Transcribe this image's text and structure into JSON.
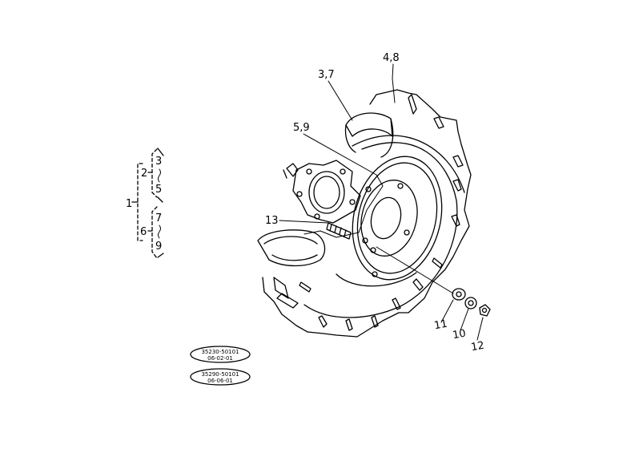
{
  "callouts": {
    "c1": "1",
    "c2": "2",
    "c3": "3",
    "c5": "5",
    "c6": "6",
    "c7": "7",
    "c9": "9",
    "c3_7": "3,7",
    "c4_8": "4,8",
    "c5_9": "5,9",
    "c13": "13",
    "c11": "11",
    "c10": "10",
    "c12": "12"
  },
  "stamps": [
    {
      "line1": "35230-50101",
      "line2": "06-02-01"
    },
    {
      "line1": "35290-50101",
      "line2": "06-06-01"
    }
  ]
}
